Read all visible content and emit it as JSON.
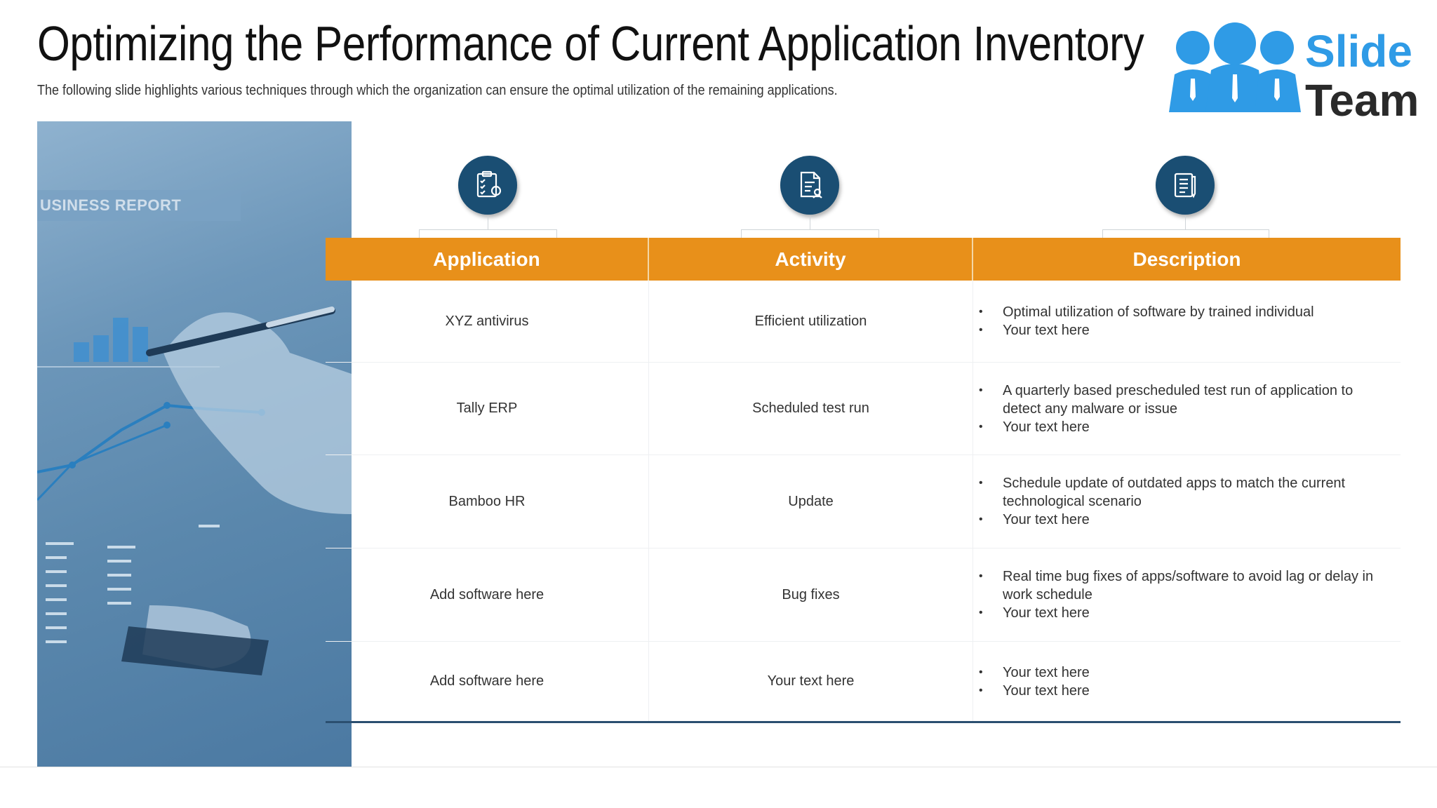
{
  "header": {
    "title": "Optimizing the Performance of Current Application Inventory",
    "subtitle": "The following slide highlights various techniques through which the organization can ensure the optimal utilization of the remaining applications."
  },
  "logo": {
    "line1": "Slide",
    "line2": "Team"
  },
  "photo": {
    "report_text": "USINESS REPORT"
  },
  "icons": [
    "checklist-user-icon",
    "document-user-icon",
    "notepad-list-icon"
  ],
  "table": {
    "headers": [
      "Application",
      "Activity",
      "Description"
    ],
    "rows": [
      {
        "application": "XYZ antivirus",
        "activity": "Efficient utilization",
        "description": [
          "Optimal utilization of software by trained individual",
          "Your text here"
        ]
      },
      {
        "application": "Tally ERP",
        "activity": "Scheduled test run",
        "description": [
          "A quarterly based prescheduled test run of application to detect any malware or issue",
          "Your text here"
        ]
      },
      {
        "application": "Bamboo HR",
        "activity": "Update",
        "description": [
          "Schedule update of outdated apps to match the current technological  scenario",
          "Your text here"
        ]
      },
      {
        "application": "Add software here",
        "activity": "Bug fixes",
        "description": [
          "Real time bug fixes of apps/software to avoid lag or delay in work schedule",
          "Your text here"
        ]
      },
      {
        "application": "Add software here",
        "activity": "Your text here",
        "description": [
          "Your text here",
          "Your text here"
        ]
      }
    ]
  },
  "colors": {
    "header_orange": "#e8901a",
    "icon_navy": "#1a4e73",
    "logo_blue": "#2f9be6"
  }
}
